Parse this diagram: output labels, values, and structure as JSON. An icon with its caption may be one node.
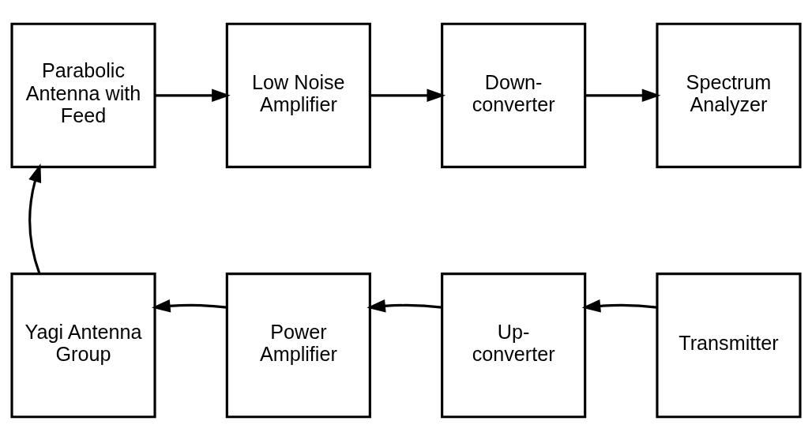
{
  "diagram": {
    "nodes": [
      {
        "text": [
          "Parabolic Antenna with Feed"
        ]
      },
      {
        "text": [
          "Low Noise Amplifier"
        ]
      },
      {
        "text": [
          "Down- converter"
        ]
      },
      {
        "text": [
          "Spectrum Analyzer"
        ]
      },
      {
        "text": [
          "Yagi Antenna Group"
        ]
      },
      {
        "text": [
          "Power Amplifier"
        ]
      },
      {
        "text": [
          "Up- converter"
        ]
      },
      {
        "text": [
          "Transmitter"
        ]
      }
    ],
    "edges": [
      {
        "from": 0,
        "to": 1,
        "arrow": "to"
      },
      {
        "from": 1,
        "to": 2,
        "arrow": "to"
      },
      {
        "from": 2,
        "to": 3,
        "arrow": "to"
      },
      {
        "from": 4,
        "to": 0,
        "arrow": "to"
      },
      {
        "from": 7,
        "to": 6,
        "arrow": "to"
      },
      {
        "from": 6,
        "to": 5,
        "arrow": "to"
      },
      {
        "from": 5,
        "to": 4,
        "arrow": "to"
      }
    ]
  }
}
